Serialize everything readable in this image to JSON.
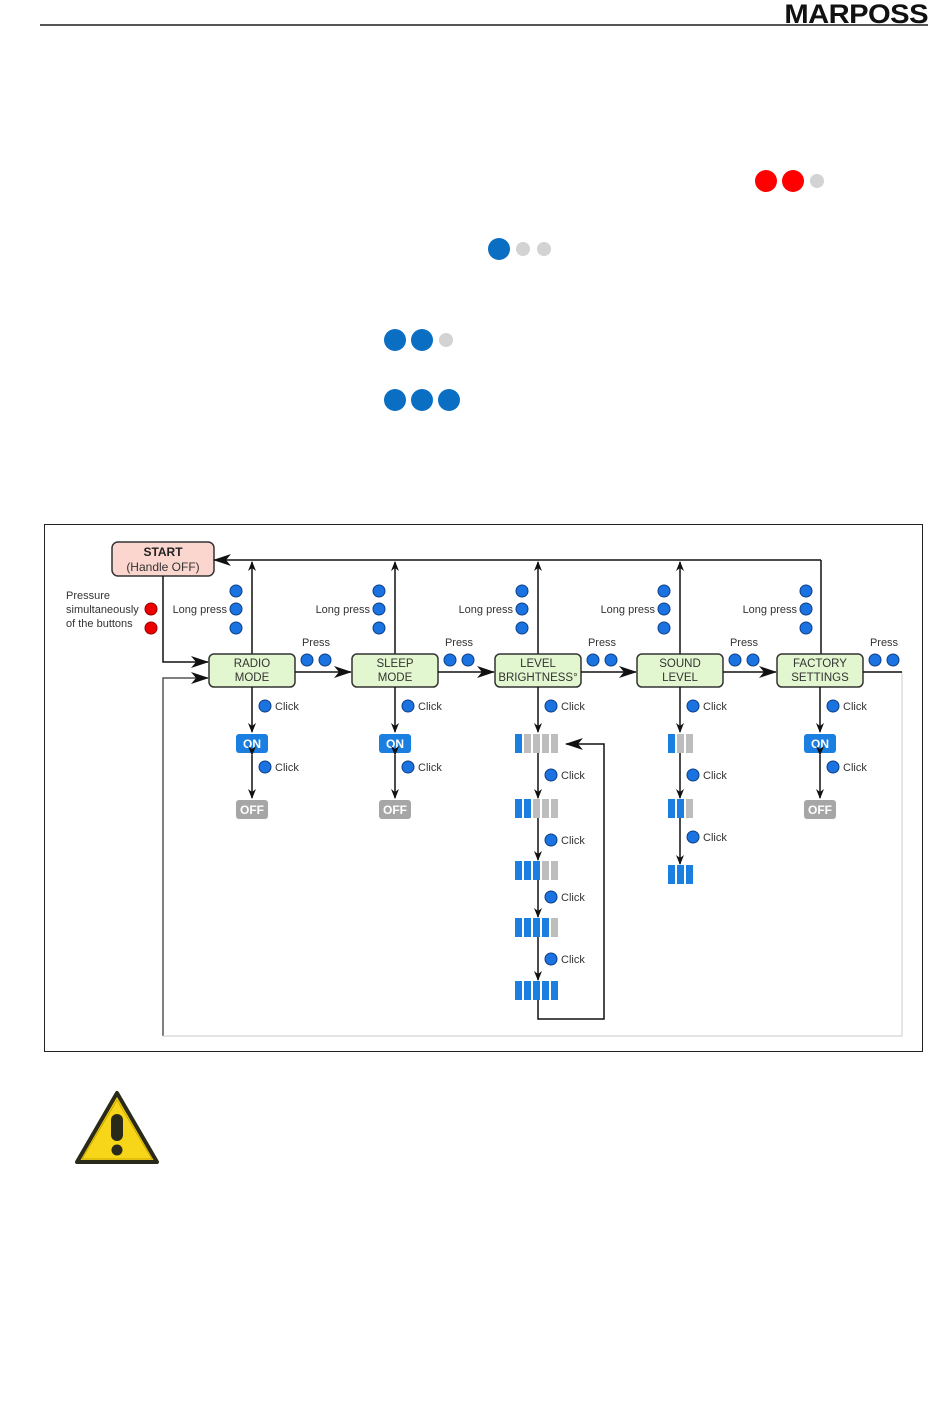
{
  "header": {
    "brand": "MARPOSS"
  },
  "indicators": [
    {
      "name": "red-two-of-three",
      "dots": [
        "red",
        "red",
        "gray"
      ]
    },
    {
      "name": "blue-one-of-three",
      "dots": [
        "blue",
        "gray",
        "gray"
      ]
    },
    {
      "name": "blue-two-of-three",
      "dots": [
        "blue",
        "blue",
        "gray"
      ]
    },
    {
      "name": "blue-three-of-three",
      "dots": [
        "blue",
        "blue",
        "blue"
      ]
    }
  ],
  "colors": {
    "led_red": "#ff0000",
    "led_blue": "#0a6fc2",
    "led_off": "#d3d3d3",
    "box_green": "#e2f7cf",
    "start_pink": "#fbd6cf",
    "state_on": "#1a7fe0",
    "state_off": "#a6a6a6",
    "warning_yellow": "#f7d61a"
  },
  "diagram": {
    "start": {
      "title": "START",
      "subtitle": "(Handle OFF)"
    },
    "pressure_note": [
      "Pressure",
      "simultaneously",
      "of the buttons"
    ],
    "long_press_label": "Long press",
    "press_label": "Press",
    "click_label": "Click",
    "modes": [
      {
        "line1": "RADIO",
        "line2": "MODE"
      },
      {
        "line1": "SLEEP",
        "line2": "MODE"
      },
      {
        "line1": "LEVEL",
        "line2": "BRIGHTNESS°"
      },
      {
        "line1": "SOUND",
        "line2": "LEVEL"
      },
      {
        "line1": "FACTORY",
        "line2": "SETTINGS"
      }
    ],
    "on_label": "ON",
    "off_label": "OFF",
    "brightness_levels": [
      1,
      2,
      3,
      4,
      5
    ],
    "brightness_max": 5,
    "sound_levels": [
      1,
      2,
      3
    ],
    "sound_max": 3
  },
  "warning": {
    "icon": "warning-triangle-icon"
  }
}
